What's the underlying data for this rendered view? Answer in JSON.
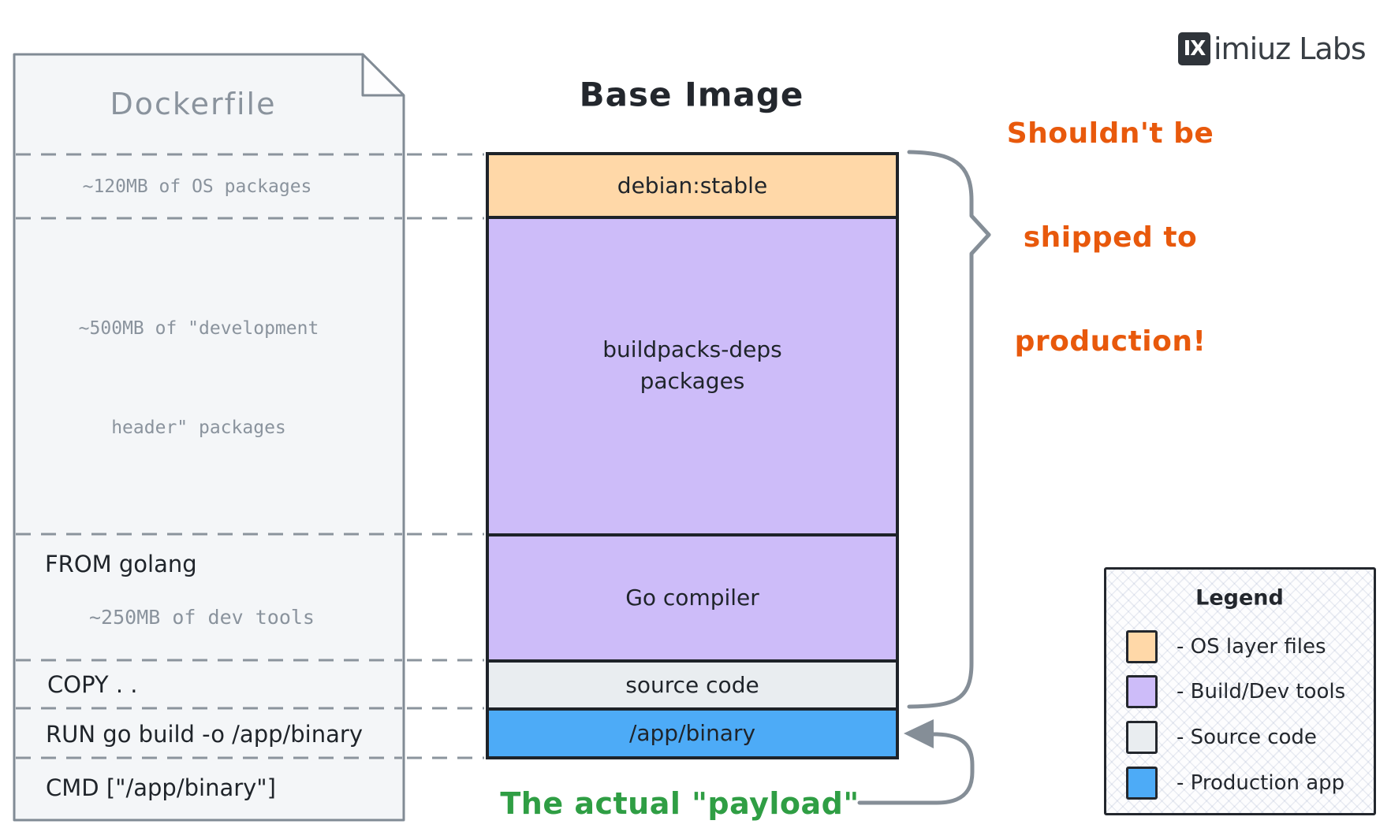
{
  "logo": {
    "badge": "IX",
    "name": "imiuz Labs"
  },
  "dockerfile": {
    "title": "Dockerfile",
    "notes": {
      "os": "~120MB of OS packages",
      "dev_line1": "~500MB of \"development",
      "dev_line2": "header\" packages",
      "devtools": "~250MB of dev tools"
    },
    "instructions": {
      "from": "FROM golang",
      "copy": "COPY . .",
      "run": "RUN go build -o /app/binary",
      "cmd": "CMD [\"/app/binary\"]"
    }
  },
  "base_image": {
    "title": "Base Image",
    "layers": [
      {
        "label": "debian:stable"
      },
      {
        "label_line1": "buildpacks-deps",
        "label_line2": "packages"
      },
      {
        "label": "Go compiler"
      },
      {
        "label": "source code"
      },
      {
        "label": "/app/binary"
      }
    ]
  },
  "annotations": {
    "warning": {
      "line1": "Shouldn't be",
      "line2": "shipped to",
      "line3": "production!"
    },
    "payload": {
      "text": "The actual \"payload\""
    }
  },
  "legend": {
    "title": "Legend",
    "items": [
      {
        "label": "- OS layer files"
      },
      {
        "label": "- Build/Dev tools"
      },
      {
        "label": "- Source code"
      },
      {
        "label": "- Production app"
      }
    ]
  },
  "palette": {
    "os_layer": "#ffd8a8",
    "build_dev": "#cdbcf9",
    "source": "#e9edf0",
    "production": "#4dabf7",
    "warning": "#e8590c",
    "payload_green": "#2f9e44",
    "ink_gray": "#8a939d"
  }
}
